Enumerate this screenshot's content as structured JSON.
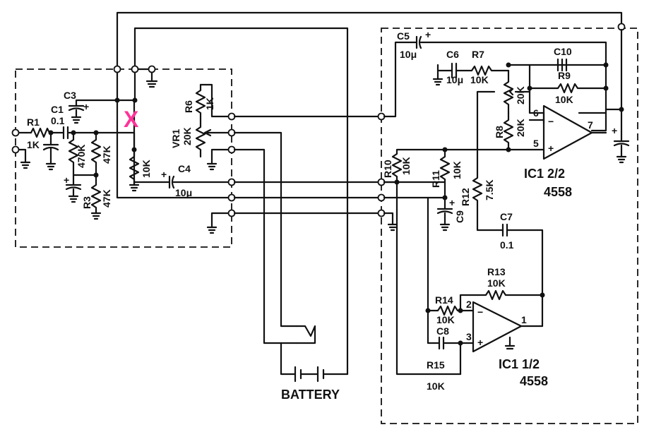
{
  "components": {
    "r1": {
      "name": "R1",
      "value": "1K"
    },
    "c1": {
      "name": "C1",
      "value": "0.1"
    },
    "c3": {
      "name": "C3"
    },
    "r2": {
      "value": "470K"
    },
    "r_47k_a": {
      "value": "47K"
    },
    "r3": {
      "name": "R3",
      "value": "47K"
    },
    "r_10k_a": {
      "value": "10K"
    },
    "r6": {
      "name": "R6",
      "value": "1K"
    },
    "vr1": {
      "name": "VR1",
      "value": "20K"
    },
    "c4": {
      "name": "C4",
      "value": "10μ"
    },
    "c5": {
      "name": "C5",
      "value": "10μ"
    },
    "c6": {
      "name": "C6",
      "value": "10μ"
    },
    "r7": {
      "name": "R7",
      "value": "10K"
    },
    "c10": {
      "name": "C10"
    },
    "r9": {
      "name": "R9",
      "value": "10K"
    },
    "vr_20k": {
      "value": "20K"
    },
    "r8": {
      "name": "R8",
      "value": "20K"
    },
    "r10": {
      "name": "R10",
      "value": "10K"
    },
    "r11": {
      "name": "R11",
      "value": "10K"
    },
    "c9": {
      "name": "C9"
    },
    "r12": {
      "name": "R12",
      "value": "7.5K"
    },
    "c7": {
      "name": "C7",
      "value": "0.1"
    },
    "r13": {
      "name": "R13",
      "value": "10K"
    },
    "r14": {
      "name": "R14",
      "value": "10K"
    },
    "c8": {
      "name": "C8"
    },
    "r15": {
      "name": "R15",
      "value": "10K"
    }
  },
  "ic_top": {
    "name": "IC1 2/2",
    "part": "4558",
    "pin6": "6",
    "pin5": "5",
    "pin7": "7",
    "minus": "−",
    "plus": "+"
  },
  "ic_bottom": {
    "name": "IC1 1/2",
    "part": "4558",
    "pin2": "2",
    "pin3": "3",
    "pin1": "1",
    "minus": "−",
    "plus": "+"
  },
  "polarity": {
    "plus": "+"
  },
  "battery": {
    "label": "BATTERY"
  },
  "marker": {
    "symbol": "X",
    "color": "#ff3399"
  }
}
